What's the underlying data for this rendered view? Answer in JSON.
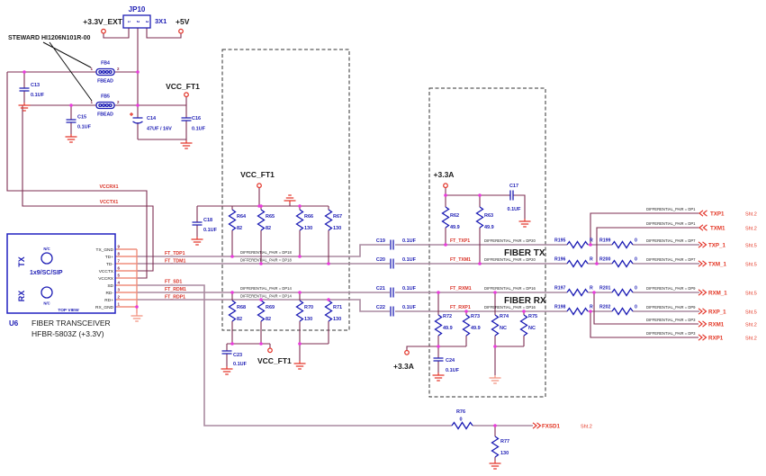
{
  "colors": {
    "wire": "#7d2e52",
    "wire_light": "#aa8aa0",
    "component_blue": "#1c1cb4",
    "symbol_red": "#e3362b",
    "salmon": "#f2907e",
    "junction_magenta": "#ea3bdc",
    "net_red": "#d93025"
  },
  "header": {
    "jp10": {
      "ref": "JP10",
      "size": "3X1",
      "pin1": "1",
      "pin2": "2",
      "pin3": "3",
      "left_power": "+3.3V_EXT",
      "right_power": "+5V"
    },
    "note": "STEWARD HI1206N101R-00",
    "fb4": {
      "ref": "FB4",
      "value": "FBEAD",
      "pin1": "1",
      "pin2": "2"
    },
    "fb5": {
      "ref": "FB5",
      "value": "FBEAD",
      "pin1": "1",
      "pin2": "2"
    },
    "c13": {
      "ref": "C13",
      "value": "0.1UF"
    },
    "c15": {
      "ref": "C15",
      "value": "0.1UF"
    },
    "c14": {
      "ref": "C14",
      "value": "47UF / 16V"
    },
    "c16": {
      "ref": "C16",
      "value": "0.1UF"
    },
    "vcc_ft1": "VCC_FT1"
  },
  "rails": {
    "vccrx1": "VCCRX1",
    "vcctx1": "VCCTX1"
  },
  "transceiver": {
    "ref": "U6",
    "title": "FIBER TRANSCEIVER",
    "part": "HFBR-5803Z  (+3.3V)",
    "tx": "TX",
    "rx": "RX",
    "nc_top": "N/C",
    "nc_bottom": "N/C",
    "type": "1x9/SC/SIP",
    "view": "TOP VIEW",
    "pins": [
      {
        "name": "TX_GND",
        "num": "9"
      },
      {
        "name": "TD+",
        "num": "8"
      },
      {
        "name": "TD-",
        "num": "7"
      },
      {
        "name": "VCCTX",
        "num": "6"
      },
      {
        "name": "VCCRX",
        "num": "5"
      },
      {
        "name": "SD",
        "num": "4"
      },
      {
        "name": "RD-",
        "num": "3"
      },
      {
        "name": "RD+",
        "num": "2"
      },
      {
        "name": "RX_GND",
        "num": "1"
      }
    ]
  },
  "nets": {
    "ft_tdp1": "FT_TDP1",
    "ft_tdm1": "FT_TDM1",
    "ft_sd1": "FT_SD1",
    "ft_rdm1": "FT_RDM1",
    "ft_rdp1": "FT_RDP1",
    "ft_txp1": "FT_TXP1",
    "ft_txm1": "FT_TXM1",
    "ft_rxm1": "FT_RXM1",
    "ft_rxp1": "FT_RXP1"
  },
  "term_box": {
    "vcc_top": "VCC_FT1",
    "vcc_bottom": "VCC_FT1",
    "c18": {
      "ref": "C18",
      "value": "0.1UF"
    },
    "c23": {
      "ref": "C23",
      "value": "0.1UF"
    },
    "resistors": [
      {
        "ref": "R64",
        "value": "82"
      },
      {
        "ref": "R65",
        "value": "82"
      },
      {
        "ref": "R66",
        "value": "130"
      },
      {
        "ref": "R67",
        "value": "130"
      },
      {
        "ref": "R68",
        "value": "82"
      },
      {
        "ref": "R69",
        "value": "82"
      },
      {
        "ref": "R70",
        "value": "130"
      },
      {
        "ref": "R71",
        "value": "130"
      }
    ],
    "dp_tx": "DIFFERENTIAL_PAIR = DP18",
    "dp_rx": "DIFFERENTIAL_PAIR = DP14"
  },
  "coupling_caps": [
    {
      "ref": "C19",
      "value": "0.1UF"
    },
    {
      "ref": "C20",
      "value": "0.1UF"
    },
    {
      "ref": "C21",
      "value": "0.1UF"
    },
    {
      "ref": "C22",
      "value": "0.1UF"
    }
  ],
  "fiber_box": {
    "pwr_top": "+3.3A",
    "pwr_bottom": "+3.3A",
    "c17": {
      "ref": "C17",
      "value": "0.1UF"
    },
    "c24": {
      "ref": "C24",
      "value": "0.1UF"
    },
    "tx_label": "FIBER TX",
    "rx_label": "FIBER RX",
    "resistors": [
      {
        "ref": "R62",
        "value": "49.9"
      },
      {
        "ref": "R63",
        "value": "49.9"
      },
      {
        "ref": "R72",
        "value": "49.9"
      },
      {
        "ref": "R73",
        "value": "49.9"
      },
      {
        "ref": "R74",
        "value": "NC"
      },
      {
        "ref": "R75",
        "value": "NC"
      }
    ],
    "dp_tx": "DIFFERENTIAL_PAIR = DP20",
    "dp_rx": "DIFFERENTIAL_PAIR = DP16"
  },
  "series": {
    "resistors": [
      {
        "ref": "R195",
        "value": "R"
      },
      {
        "ref": "R196",
        "value": "R"
      },
      {
        "ref": "R197",
        "value": "R"
      },
      {
        "ref": "R198",
        "value": "R"
      },
      {
        "ref": "R199",
        "value": "0"
      },
      {
        "ref": "R200",
        "value": "0"
      },
      {
        "ref": "R201",
        "value": "0"
      },
      {
        "ref": "R202",
        "value": "0"
      }
    ],
    "dp1": "DIFFERENTIAL_PAIR = DP1",
    "dp7": "DIFFERENTIAL_PAIR = DP7",
    "dp9": "DIFFERENTIAL_PAIR = DP9",
    "dp3": "DIFFERENTIAL_PAIR = DP3"
  },
  "ports": [
    {
      "name": "TXP1",
      "sheet": "Sht.2"
    },
    {
      "name": "TXM1",
      "sheet": "Sht.2"
    },
    {
      "name": "TXP_1",
      "sheet": "Sht.5"
    },
    {
      "name": "TXM_1",
      "sheet": "Sht.5"
    },
    {
      "name": "RXM_1",
      "sheet": "Sht.5"
    },
    {
      "name": "RXP_1",
      "sheet": "Sht.5"
    },
    {
      "name": "RXM1",
      "sheet": "Sht.2"
    },
    {
      "name": "RXP1",
      "sheet": "Sht.2"
    },
    {
      "name": "FXSD1",
      "sheet": "Sht.2"
    }
  ],
  "sd_net": {
    "r76": {
      "ref": "R76",
      "value": "0"
    },
    "r77": {
      "ref": "R77",
      "value": "130"
    }
  }
}
